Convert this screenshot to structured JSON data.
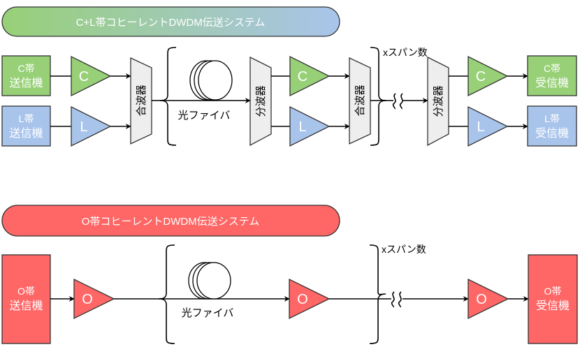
{
  "colors": {
    "c_band": "#97d077",
    "l_band": "#a9c4eb",
    "o_band": "#ff6666",
    "mux": "#eeeeee",
    "title_gradient_start": "#97d077",
    "title_gradient_end": "#a9c4eb"
  },
  "top": {
    "title": "C+L帯コヒーレントDWDM伝送システム",
    "tx_c": [
      "C帯",
      "送信機"
    ],
    "tx_l": [
      "L帯",
      "送信機"
    ],
    "amp_c": "C",
    "amp_l": "L",
    "combiner": "合波器",
    "splitter": "分波器",
    "fiber_label": "光ファイバ",
    "span_label": "xスパン数",
    "rx_c": [
      "C帯",
      "受信機"
    ],
    "rx_l": [
      "L帯",
      "受信機"
    ]
  },
  "bottom": {
    "title": "O帯コヒーレントDWDM伝送システム",
    "tx_o": [
      "O帯",
      "送信機"
    ],
    "amp_o": "O",
    "fiber_label": "光ファイバ",
    "span_label": "xスパン数",
    "rx_o": [
      "O帯",
      "受信機"
    ]
  }
}
